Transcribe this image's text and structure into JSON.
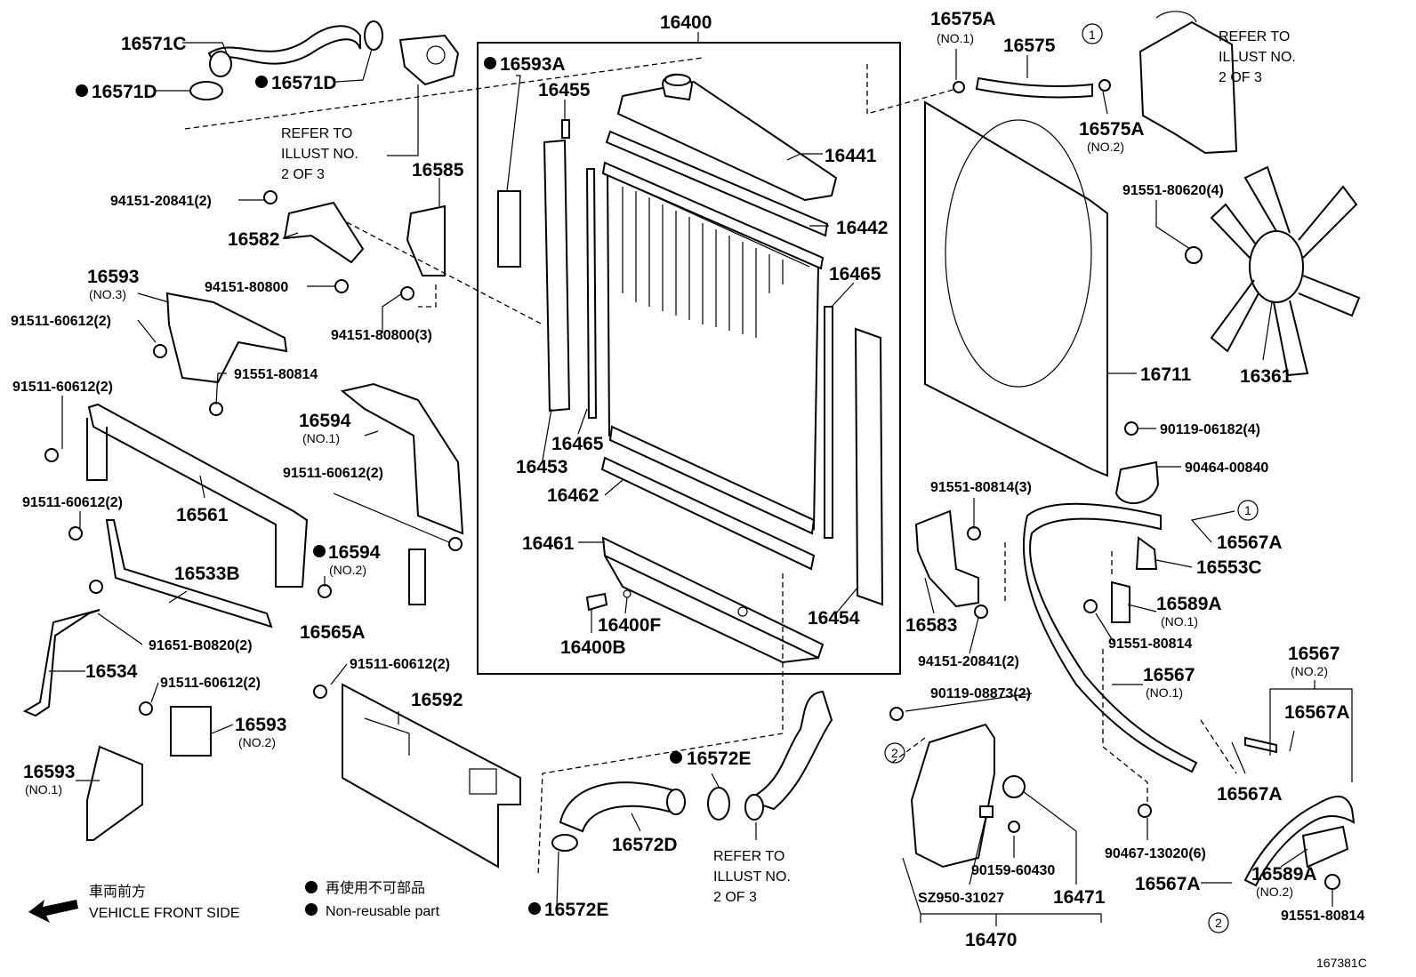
{
  "diagram_id": "167381C",
  "legend": {
    "non_reusable_jp": "再使用不可部品",
    "non_reusable_en": "Non-reusable part",
    "direction_jp": "車両前方",
    "direction_en": "VEHICLE FRONT SIDE"
  },
  "refer_notes": {
    "line1": "REFER TO",
    "line2": "ILLUST NO.",
    "line3": "2 OF 3"
  },
  "callouts": {
    "one": "1",
    "two": "2"
  },
  "parts": {
    "p16400": "16400",
    "p16571C": "16571C",
    "p16571D_a": "16571D",
    "p16571D_b": "16571D",
    "p16593A": "16593A",
    "p16455": "16455",
    "p16441": "16441",
    "p16442": "16442",
    "p16465_a": "16465",
    "p16465_b": "16465",
    "p16453": "16453",
    "p16462": "16462",
    "p16461": "16461",
    "p16400F": "16400F",
    "p16400B": "16400B",
    "p16454": "16454",
    "p16585": "16585",
    "p94151_20841_2": "94151-20841(2)",
    "p16582": "16582",
    "p94151_80800": "94151-80800",
    "p94151_80800_3": "94151-80800(3)",
    "p16593_no3": "16593",
    "no3": "(NO.3)",
    "p91511_60612_2_a": "91511-60612(2)",
    "p91511_60612_2_b": "91511-60612(2)",
    "p91551_80814_a": "91551-80814",
    "p16594_no1": "16594",
    "no1_a": "(NO.1)",
    "p91511_60612_2_c": "91511-60612(2)",
    "p91511_60612_2_d": "91511-60612(2)",
    "p16561": "16561",
    "p16594_no2": "16594",
    "no2_a": "(NO.2)",
    "p16565A": "16565A",
    "p16533B": "16533B",
    "p91651_B0820_2": "91651-B0820(2)",
    "p16534": "16534",
    "p91511_60612_2_e": "91511-60612(2)",
    "p91511_60612_2_f": "91511-60612(2)",
    "p16592": "16592",
    "p16593_no2": "16593",
    "no2_b": "(NO.2)",
    "p16593_no1": "16593",
    "no1_b": "(NO.1)",
    "p16572E_a": "16572E",
    "p16572D": "16572D",
    "p16572E_b": "16572E",
    "p16575A_a": "16575A",
    "no1_c": "(NO.1)",
    "p16575": "16575",
    "p16575A_b": "16575A",
    "no2_c": "(NO.2)",
    "p91551_80620_4": "91551-80620(4)",
    "p16711": "16711",
    "p16361": "16361",
    "p90119_06182_4": "90119-06182(4)",
    "p90464_00840": "90464-00840",
    "p91551_80814_3": "91551-80814(3)",
    "p16567A_a": "16567A",
    "p16553C": "16553C",
    "p16589A_a": "16589A",
    "no1_d": "(NO.1)",
    "p91551_80814_b": "91551-80814",
    "p16583": "16583",
    "p94151_20841_2b": "94151-20841(2)",
    "p16567_no1": "16567",
    "no1_e": "(NO.1)",
    "p16567_no2": "16567",
    "no2_d": "(NO.2)",
    "p16567A_b": "16567A",
    "p16567A_c": "16567A",
    "p90119_08873_2": "90119-08873(2)",
    "p90467_13020_6": "90467-13020(6)",
    "p16589A_b": "16589A",
    "no2_e": "(NO.2)",
    "p16567A_d": "16567A",
    "p91551_80814_c": "91551-80814",
    "p90159_60430": "90159-60430",
    "pSZ950_31027": "SZ950-31027",
    "p16471": "16471",
    "p16470": "16470"
  }
}
